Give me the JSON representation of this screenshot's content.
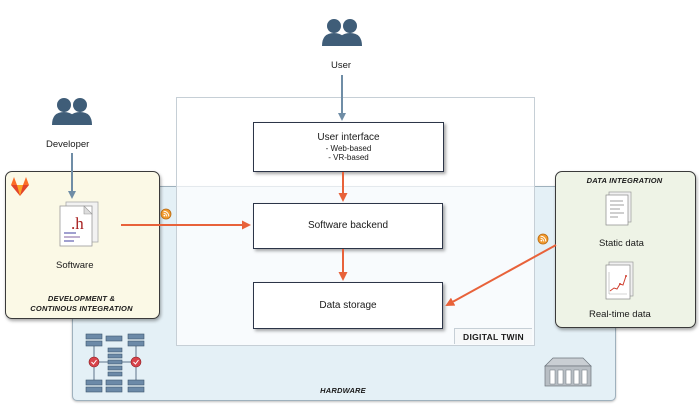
{
  "actors": {
    "user": "User",
    "developer": "Developer"
  },
  "digital_twin": {
    "label": "DIGITAL TWIN",
    "user_interface": {
      "title": "User interface",
      "items": [
        "- Web-based",
        "- VR-based"
      ]
    },
    "software_backend": "Software backend",
    "data_storage": "Data storage"
  },
  "dev_ci": {
    "title_line1": "DEVELOPMENT &",
    "title_line2": "CONTINOUS INTEGRATION",
    "software_label": "Software",
    "file_glyph": ".h"
  },
  "data_integration": {
    "title": "DATA INTEGRATION",
    "static_label": "Static data",
    "realtime_label": "Real-time data"
  },
  "hardware": {
    "label": "HARDWARE"
  },
  "colors": {
    "user_arrow": "#6f8da6",
    "flow_arrow": "#e8623a",
    "people_icon": "#3f5d78",
    "gitlab_icon": "#e2432a"
  },
  "icons": [
    "people-icon",
    "gitlab-icon",
    "code-file-icon",
    "document-icon",
    "chart-document-icon",
    "server-rack-icon",
    "cloud-hardware-icon",
    "rss-icon"
  ]
}
